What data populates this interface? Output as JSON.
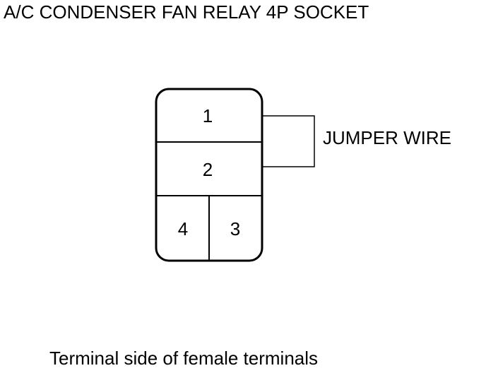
{
  "title": "A/C CONDENSER FAN RELAY 4P SOCKET",
  "terminals": {
    "t1": "1",
    "t2": "2",
    "t3": "3",
    "t4": "4"
  },
  "jumper_label": "JUMPER WIRE",
  "caption": "Terminal side of female terminals"
}
